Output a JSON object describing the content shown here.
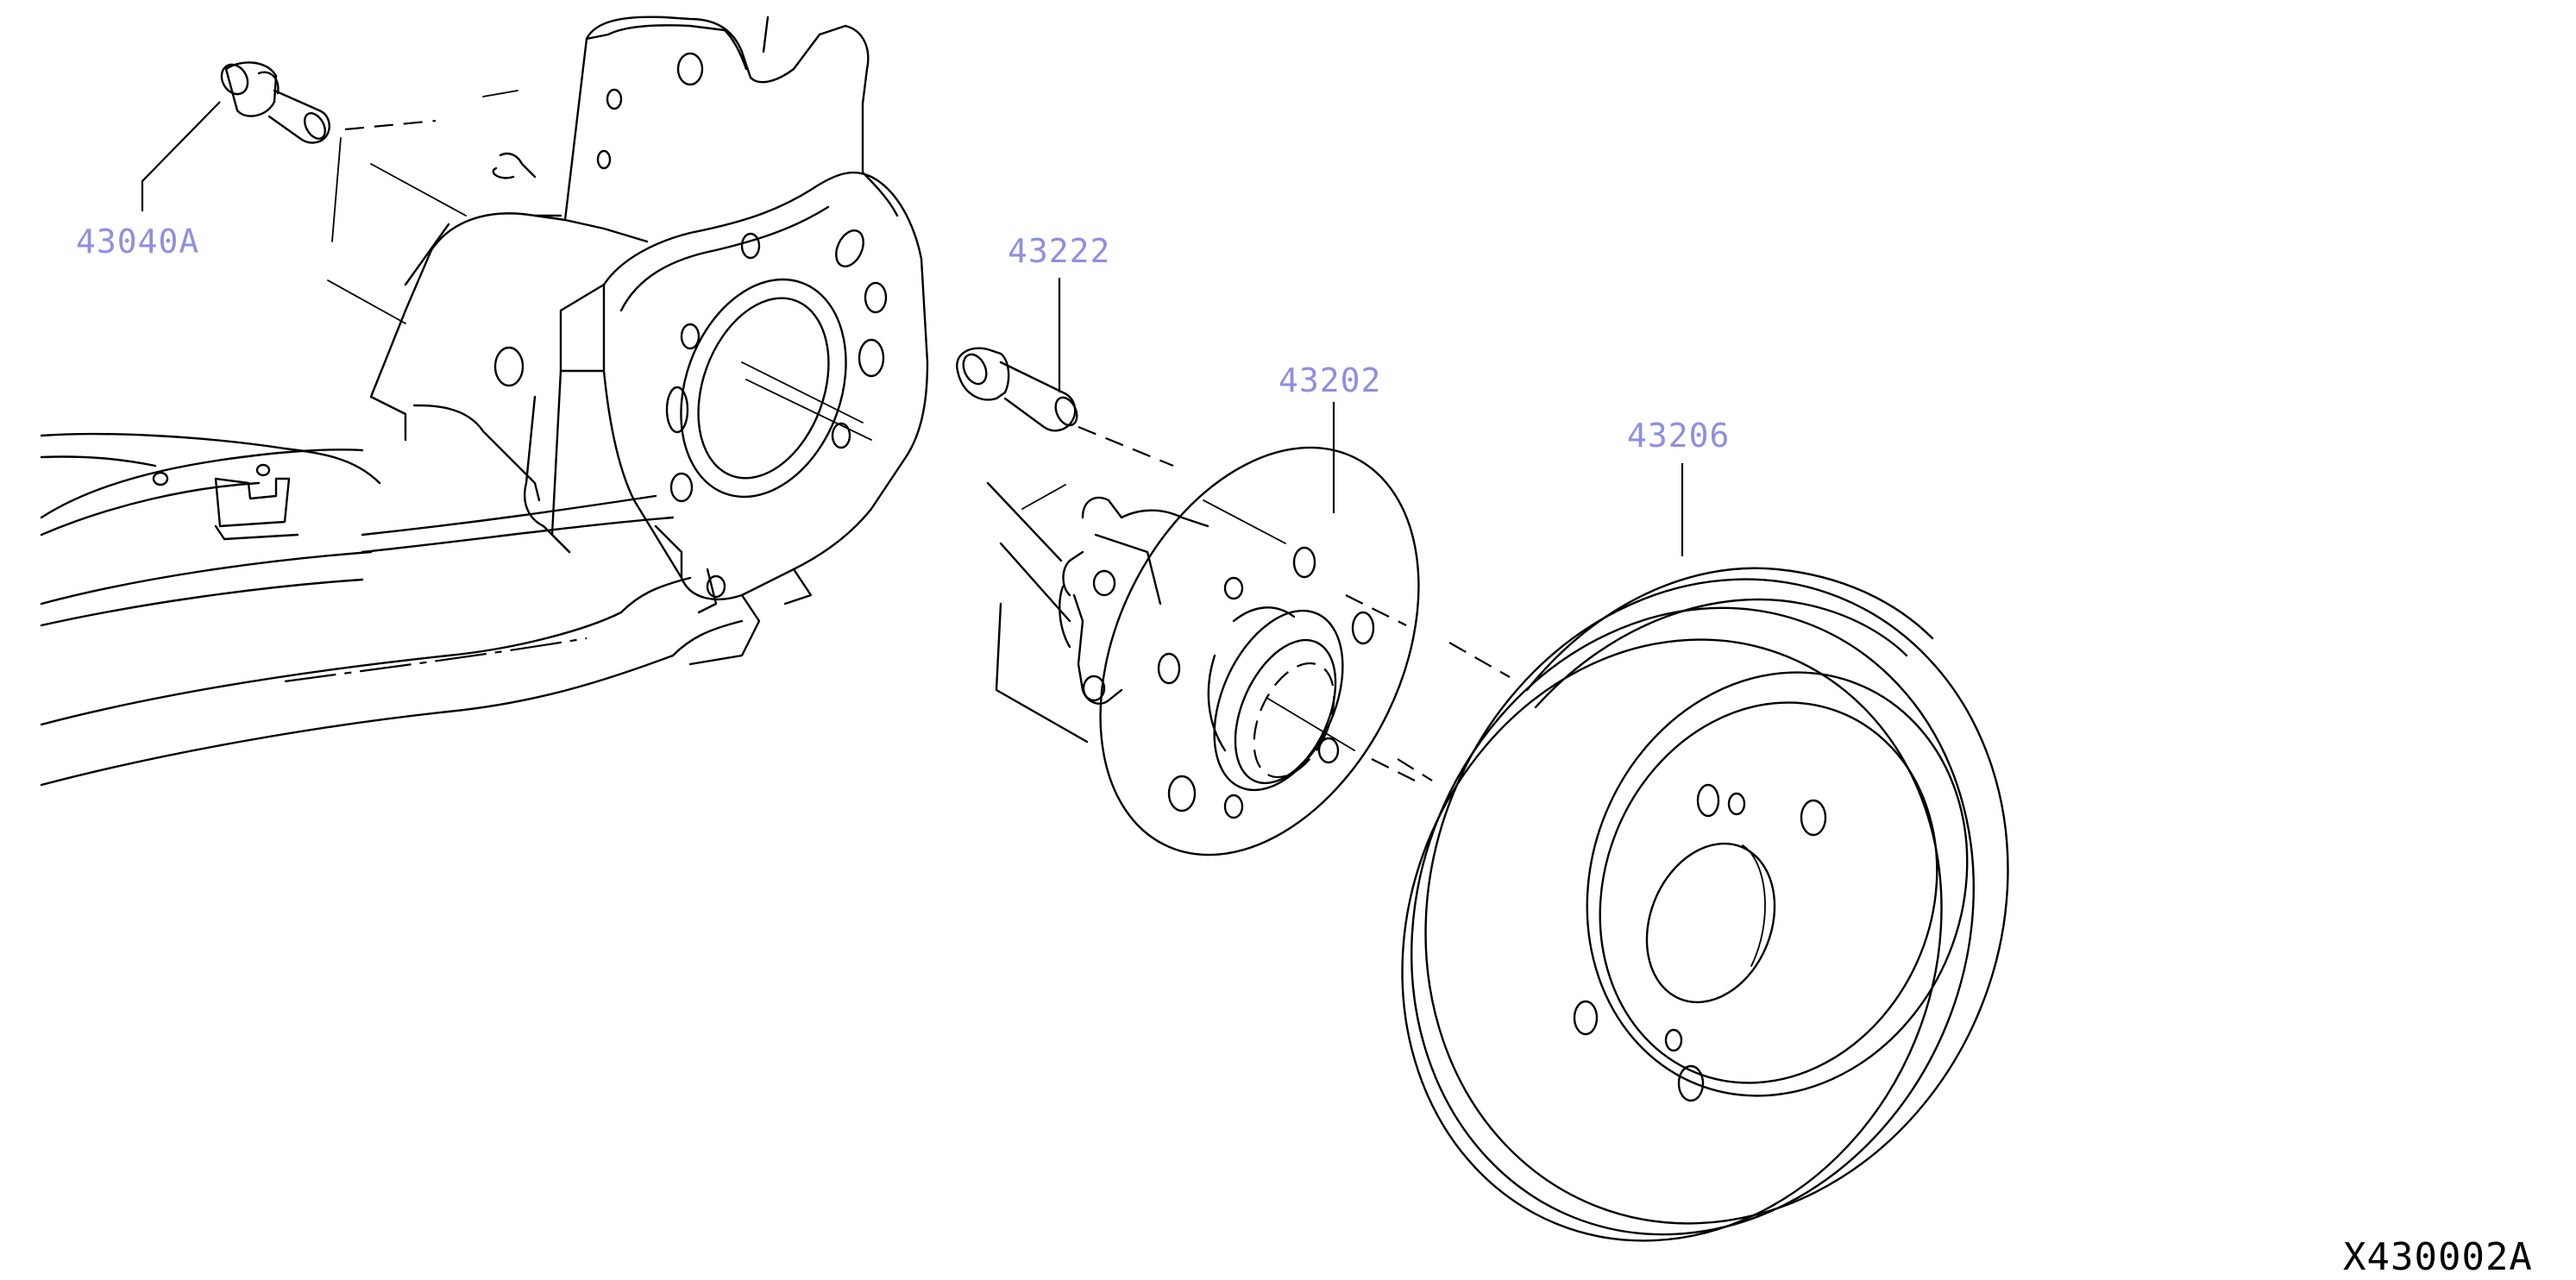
{
  "diagram": {
    "part_labels": {
      "bolt": "43040A",
      "stud": "43222",
      "hub": "43202",
      "drum": "43206"
    },
    "figure_code": "X430002A",
    "colors": {
      "line": "#000000",
      "part_label": "#8f8fe0",
      "background": "#ffffff"
    }
  }
}
